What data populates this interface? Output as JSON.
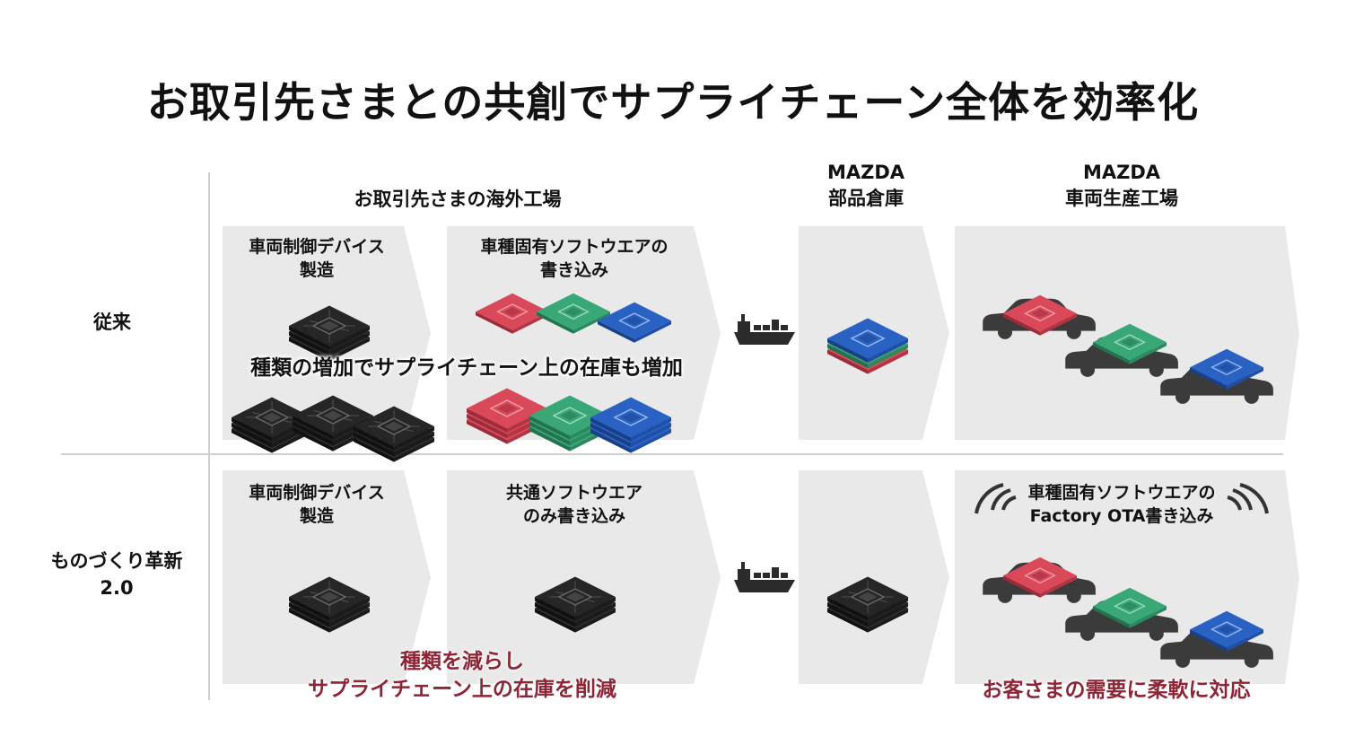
{
  "title": "お取引先さまとの共創でサプライチェーン全体を効率化",
  "columns": {
    "overseas_factory": "お取引先さまの海外工場",
    "warehouse_line1": "MAZDA",
    "warehouse_line2": "部品倉庫",
    "plant_line1": "MAZDA",
    "plant_line2": "車両生産工場"
  },
  "rows": {
    "conventional": "従来",
    "monozukuri_line1": "ものづくり革新",
    "monozukuri_line2": "2.0"
  },
  "conventional": {
    "device_label_1": "車両制御デバイス",
    "device_label_2": "製造",
    "software_label_1": "車種固有ソフトウエアの",
    "software_label_2": "書き込み",
    "overlay": "種類の増加でサプライチェーン上の在庫も増加"
  },
  "innovation": {
    "device_label_1": "車両制御デバイス",
    "device_label_2": "製造",
    "software_label_1": "共通ソフトウエア",
    "software_label_2": "のみ書き込み",
    "ota_label_1": "車種固有ソフトウエアの",
    "ota_label_2": "Factory OTA書き込み",
    "reduce_line1": "種類を減らし",
    "reduce_line2": "サプライチェーン上の在庫を削減",
    "demand": "お客さまの需要に柔軟に対応"
  },
  "colors": {
    "panel": "#e9e9ea",
    "chip_black": "#2e2e2e",
    "chip_red": "#d9495a",
    "chip_green": "#3aa776",
    "chip_blue": "#2a62c4",
    "accent_red": "#8c2535"
  },
  "icons": [
    "ship-icon",
    "car-icon",
    "chip-stack-icon",
    "wireless-signal-icon"
  ]
}
